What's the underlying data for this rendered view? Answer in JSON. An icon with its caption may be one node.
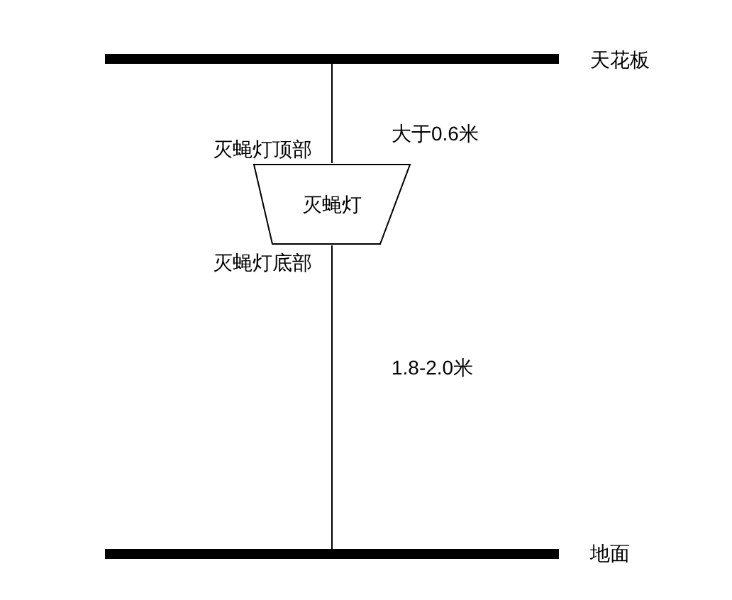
{
  "diagram": {
    "nodes": [
      {
        "text": [],
        "shape": "bar",
        "beside": [
          "天花板"
        ]
      },
      {
        "text": [
          "灭蝇灯"
        ],
        "beside": [
          "灭蝇灯顶部",
          "灭蝇灯底部"
        ]
      },
      {
        "text": [],
        "shape": "bar",
        "beside": [
          "地面"
        ]
      }
    ],
    "edges": [
      {
        "from": 0,
        "to": 1,
        "arrow": "none",
        "label": "大于0.6米"
      },
      {
        "from": 1,
        "to": 2,
        "arrow": "none",
        "label": "1.8-2.0米"
      }
    ]
  }
}
